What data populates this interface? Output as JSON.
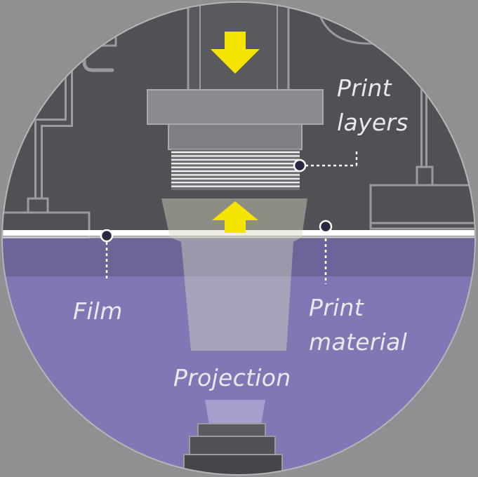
{
  "labels": {
    "print_layers_line1": "Print",
    "print_layers_line2": "layers",
    "film": "Film",
    "print_material_line1": "Print",
    "print_material_line2": "material",
    "projection": "Projection"
  },
  "colors": {
    "background": "#8e9091",
    "machine_dark": "#505154",
    "machine_outline": "#9a9b9e",
    "resin": "#7f78b5",
    "resin_top_band": "#6b6598",
    "arrow": "#f5e400",
    "callout_dot": "#2a2840",
    "label_text": "#e9e9ec"
  },
  "icons": {
    "down_arrow": "down-arrow-icon",
    "up_arrow": "up-arrow-icon"
  }
}
